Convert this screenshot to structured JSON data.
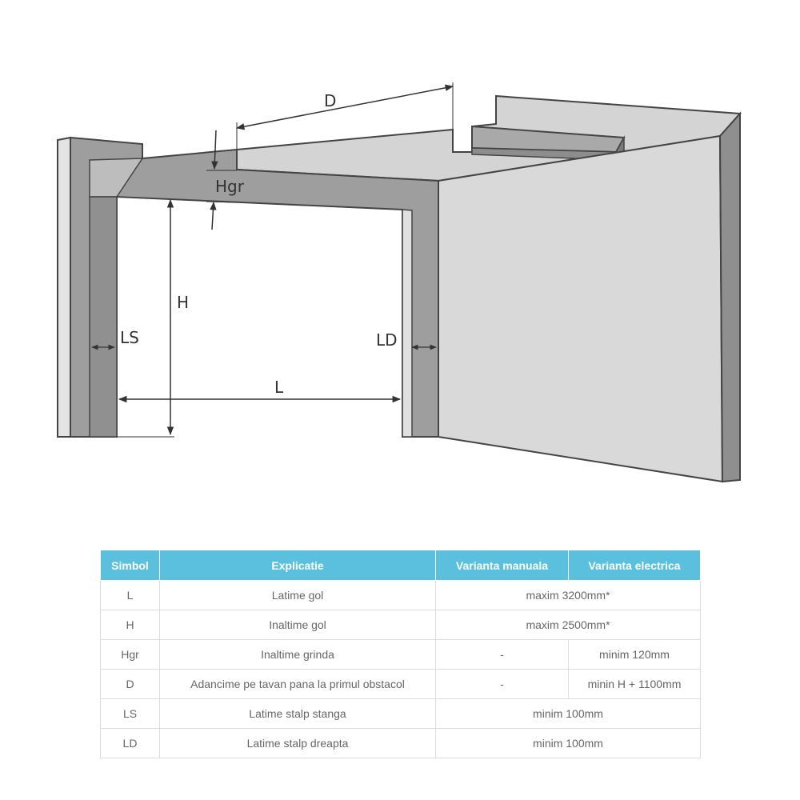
{
  "diagram": {
    "labels": {
      "d": "D",
      "hgr": "Hgr",
      "h": "H",
      "ls": "LS",
      "ld": "LD",
      "l": "L"
    }
  },
  "table": {
    "headers": [
      "Simbol",
      "Explicatie",
      "Varianta manuala",
      "Varianta electrica"
    ],
    "rows": [
      {
        "symbol": "L",
        "explanation": "Latime gol",
        "manual": "maxim 3200mm*",
        "electric": "maxim 3200mm*",
        "merged": true
      },
      {
        "symbol": "H",
        "explanation": "Inaltime gol",
        "manual": "maxim 2500mm*",
        "electric": "maxim 2500mm*",
        "merged": true
      },
      {
        "symbol": "Hgr",
        "explanation": "Inaltime grinda",
        "manual": "-",
        "electric": "minim 120mm",
        "merged": false
      },
      {
        "symbol": "D",
        "explanation": "Adancime pe tavan pana la primul obstacol",
        "manual": "-",
        "electric": "minin H + 1100mm",
        "merged": false
      },
      {
        "symbol": "LS",
        "explanation": "Latime stalp stanga",
        "manual": "minim 100mm",
        "electric": "minim 100mm",
        "merged": true
      },
      {
        "symbol": "LD",
        "explanation": "Latime stalp dreapta",
        "manual": "minim 100mm",
        "electric": "minim 100mm",
        "merged": true
      }
    ]
  }
}
